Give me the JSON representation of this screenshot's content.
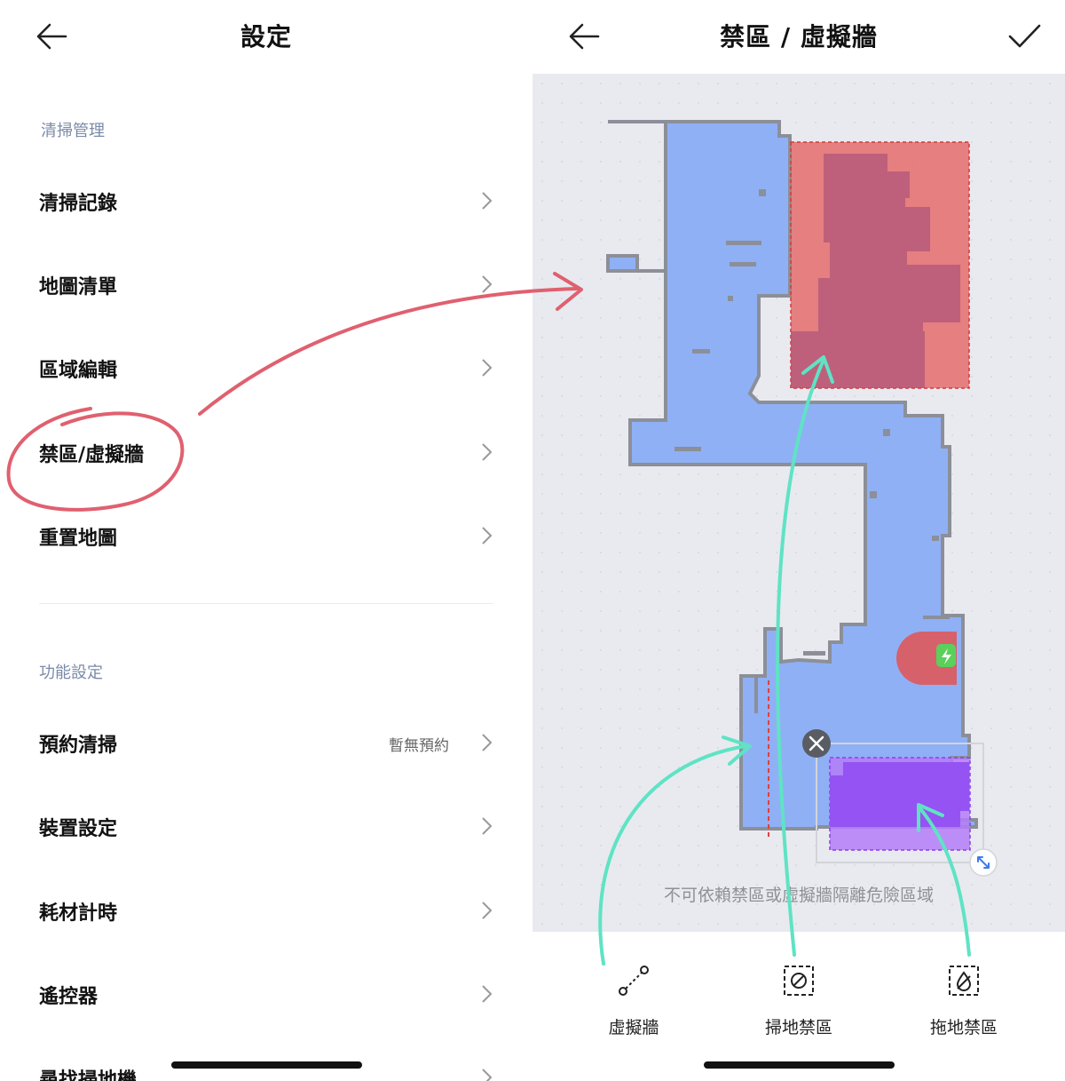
{
  "left_screen": {
    "title": "設定",
    "back_icon": "arrow-left-icon",
    "sections": [
      {
        "title": "清掃管理",
        "items": [
          {
            "label": "清掃記錄",
            "value": ""
          },
          {
            "label": "地圖清單",
            "value": ""
          },
          {
            "label": "區域編輯",
            "value": ""
          },
          {
            "label": "禁區/虛擬牆",
            "value": ""
          },
          {
            "label": "重置地圖",
            "value": ""
          }
        ]
      },
      {
        "title": "功能設定",
        "items": [
          {
            "label": "預約清掃",
            "value": "暫無預約"
          },
          {
            "label": "裝置設定",
            "value": ""
          },
          {
            "label": "耗材計時",
            "value": ""
          },
          {
            "label": "遙控器",
            "value": ""
          },
          {
            "label": "尋找掃地機",
            "value": ""
          }
        ]
      }
    ]
  },
  "right_screen": {
    "title": "禁區 / 虛擬牆",
    "back_icon": "arrow-left-icon",
    "confirm_icon": "check-icon",
    "warning": "不可依賴禁區或虛擬牆隔離危險區域",
    "zone_controls": [
      "close-icon",
      "resize-icon"
    ],
    "toolbar": [
      {
        "label": "虛擬牆",
        "icon": "virtual-wall-icon"
      },
      {
        "label": "掃地禁區",
        "icon": "no-sweep-zone-icon"
      },
      {
        "label": "拖地禁區",
        "icon": "no-mop-zone-icon"
      }
    ]
  },
  "colors": {
    "map_floor": "#8fb0f5",
    "map_wall": "#8c8f98",
    "map_background": "#e8eaef",
    "no_sweep_zone": "#e46060",
    "no_mop_zone": "#9b5bf5",
    "dock": "#5bd05b",
    "annotation_red": "#e0606f",
    "annotation_teal": "#5fe3c4",
    "section_title": "#7a8aa8"
  }
}
